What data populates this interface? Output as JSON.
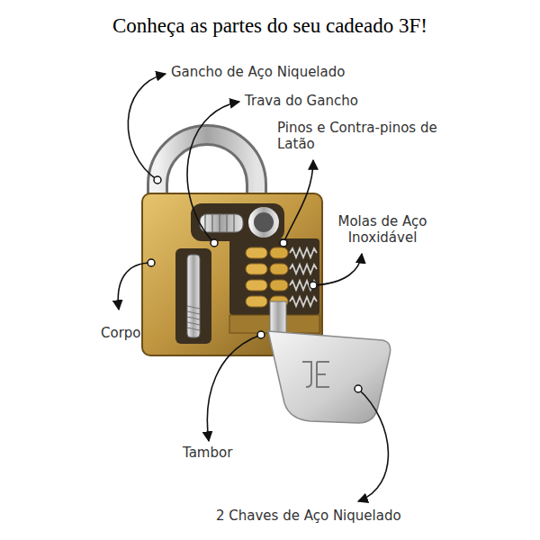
{
  "diagram": {
    "title": "Conheça as partes do seu cadeado 3F!",
    "labels": [
      "Gancho de Aço Niquelado",
      "Trava do Gancho",
      "Pinos e Contra-pinos de Latão",
      "Molas de Aço Inoxidável",
      "Corpo",
      "Tambor",
      "2 Chaves de Aço Niquelado"
    ]
  }
}
